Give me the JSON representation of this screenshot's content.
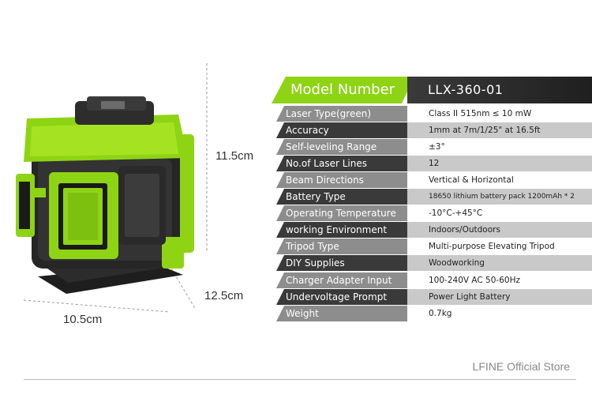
{
  "dimensions": {
    "height": "11.5cm",
    "depth": "12.5cm",
    "width": "10.5cm"
  },
  "model": {
    "label": "Model Number",
    "value": "LLX-360-01"
  },
  "specs": [
    {
      "label": "Laser Type(green)",
      "value": "Class II 515nm ≤ 10 mW"
    },
    {
      "label": "Accuracy",
      "value": "1mm at 7m/1/25\" at 16.5ft"
    },
    {
      "label": "Self-leveling Range",
      "value": "±3°"
    },
    {
      "label": "No.of Laser Lines",
      "value": "12"
    },
    {
      "label": "Beam Directions",
      "value": "Vertical & Horizontal"
    },
    {
      "label": "Battery Type",
      "value": "18650 lithium battery pack 1200mAh * 2"
    },
    {
      "label": "Operating Temperature",
      "value": "-10°C-+45°C"
    },
    {
      "label": "working Environment",
      "value": "Indoors/Outdoors"
    },
    {
      "label": "Tripod Type",
      "value": "Multi-purpose Elevating Tripod"
    },
    {
      "label": "DIY Supplies",
      "value": "Woodworking"
    },
    {
      "label": "Charger Adapter Input",
      "value": "100-240V AC 50-60Hz"
    },
    {
      "label": "Undervoltage Prompt",
      "value": "Power Light Battery"
    },
    {
      "label": "Weight",
      "value": "0.7kg"
    }
  ],
  "store": "LFINE Official Store",
  "colors": {
    "accent": "#8ed414",
    "dark": "#3a3a3a",
    "grey": "#8d8d8d",
    "light_grey": "#c9c9c9"
  }
}
